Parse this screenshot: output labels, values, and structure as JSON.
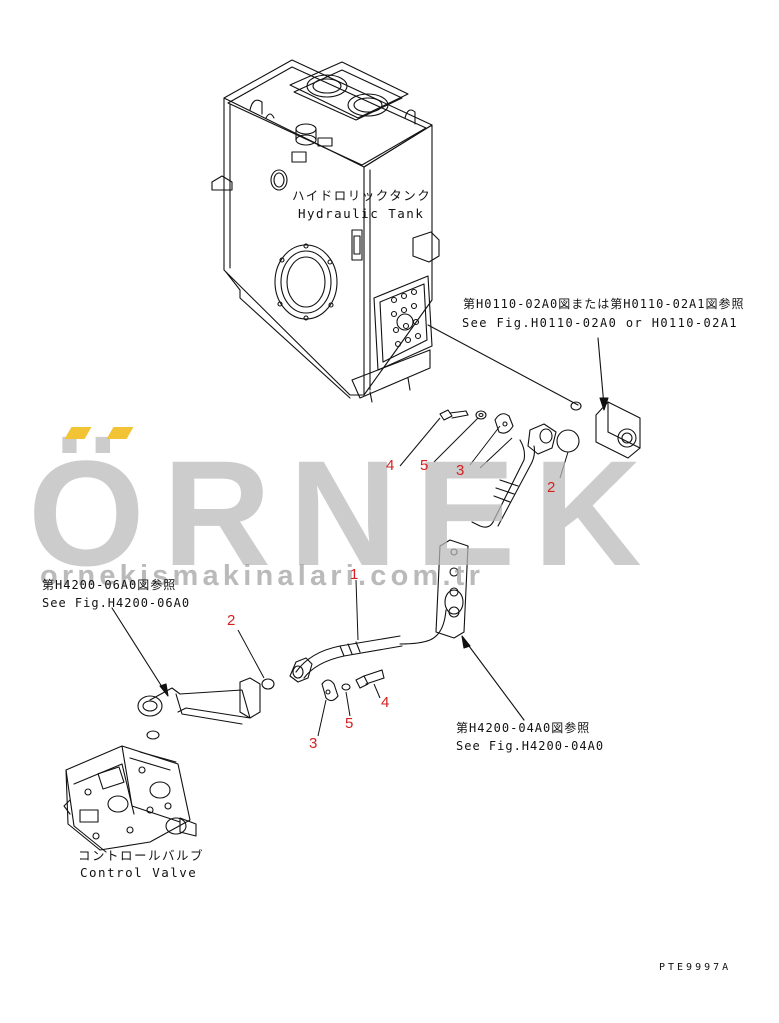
{
  "watermark": {
    "brand": "ÖRNEK",
    "site": "ornekismakinalari.com.tr",
    "accent_color": "#f2c335"
  },
  "tank": {
    "label_jp": "ハイドロリックタンク",
    "label_en": "Hydraulic Tank"
  },
  "ref_h0110": {
    "jp": "第H0110-02A0図または第H0110-02A1図参照",
    "en": "See Fig.H0110-02A0 or H0110-02A1"
  },
  "ref_h4200_06": {
    "jp": "第H4200-06A0図参照",
    "en": "See Fig.H4200-06A0"
  },
  "ref_h4200_04": {
    "jp": "第H4200-04A0図参照",
    "en": "See Fig.H4200-04A0"
  },
  "valve": {
    "label_jp": "コントロールバルブ",
    "label_en": "Control Valve"
  },
  "callouts": {
    "n1": "1",
    "n2_upper": "2",
    "n2_lower": "2",
    "n3_upper": "3",
    "n3_lower": "3",
    "n4_upper": "4",
    "n4_lower": "4",
    "n5_upper": "5",
    "n5_lower": "5"
  },
  "drawing_code": "PTE9997A"
}
